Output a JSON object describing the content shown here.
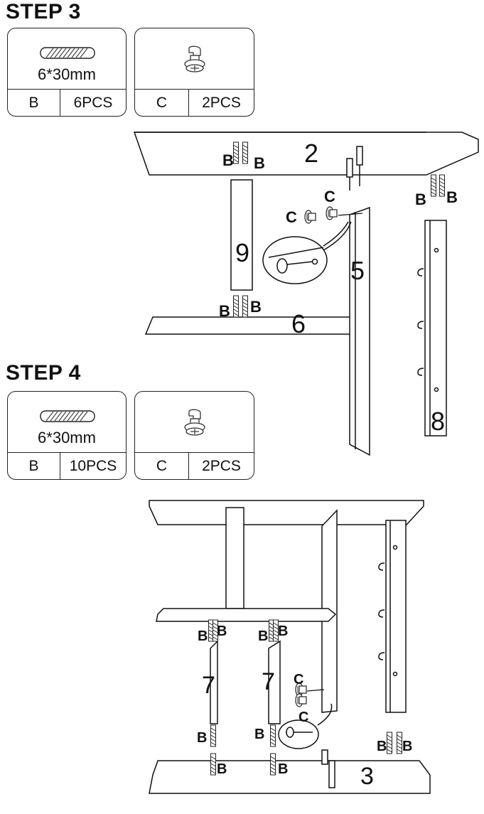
{
  "step3": {
    "title": "STEP 3",
    "dowel_card": {
      "size": "6*30mm",
      "code": "B",
      "qty": "6PCS"
    },
    "cam_card": {
      "code": "C",
      "qty": "2PCS"
    }
  },
  "step4": {
    "title": "STEP 4",
    "dowel_card": {
      "size": "6*30mm",
      "code": "B",
      "qty": "10PCS"
    },
    "cam_card": {
      "code": "C",
      "qty": "2PCS"
    }
  },
  "step3_diagram": {
    "panels": [
      "2",
      "9",
      "5",
      "6",
      "8"
    ],
    "part_b": "B",
    "part_c": "C"
  },
  "step4_diagram": {
    "panels": [
      "7",
      "7",
      "3"
    ],
    "part_b": "B",
    "part_c": "C"
  }
}
